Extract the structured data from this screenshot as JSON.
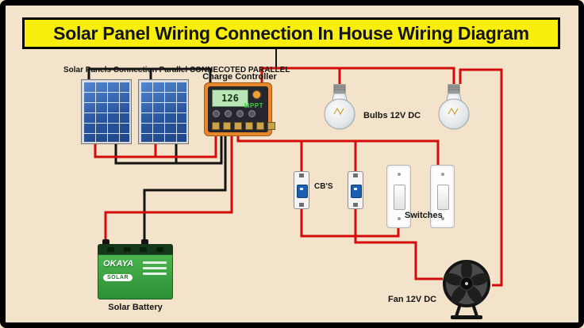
{
  "title": "Solar Panel Wiring Connection In House Wiring Diagram",
  "labels": {
    "panels_1": "Solar Panels Connection Parallel",
    "panels_2": "CONNECOTED PARALLEL",
    "controller": "Charge Controller",
    "bulbs": "Bulbs 12V DC",
    "breakers": "CB'S",
    "switches": "Switches",
    "battery": "Solar Battery",
    "fan": "Fan 12V DC"
  },
  "controller": {
    "display": "126",
    "mode": "MPPT"
  },
  "battery": {
    "brand": "OKAYA",
    "type": "SOLAR"
  },
  "colors": {
    "background": "#f2e3ca",
    "title_bg": "#f8ef0e",
    "wire_red": "#d40b0b",
    "wire_black": "#131313",
    "panel_blue": "#2a57a0",
    "controller_orange": "#e8862a",
    "battery_green": "#2e8f35",
    "breaker_blue": "#1a5fb4"
  }
}
